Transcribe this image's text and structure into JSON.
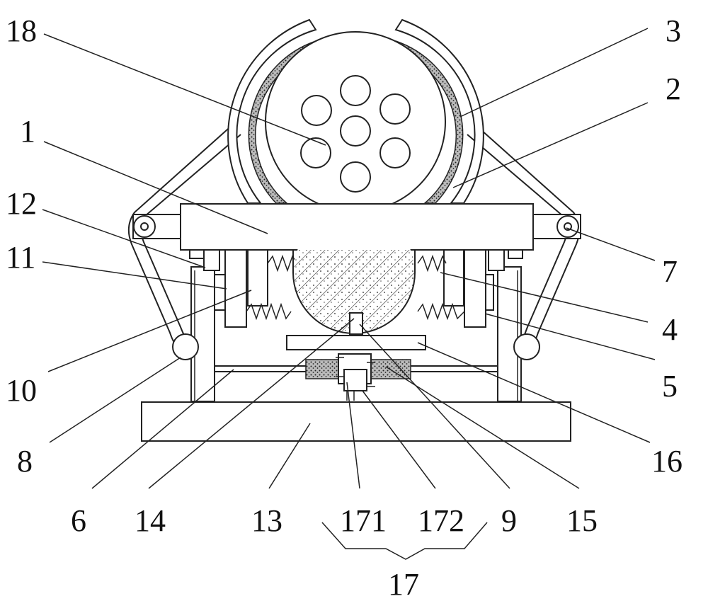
{
  "labels": {
    "l1": "1",
    "l2": "2",
    "l3": "3",
    "l4": "4",
    "l5": "5",
    "l6": "6",
    "l7": "7",
    "l8": "8",
    "l9": "9",
    "l10": "10",
    "l11": "11",
    "l12": "12",
    "l13": "13",
    "l14": "14",
    "l15": "15",
    "l16": "16",
    "l17": "17",
    "l171": "171",
    "l172": "172",
    "l18": "18"
  }
}
